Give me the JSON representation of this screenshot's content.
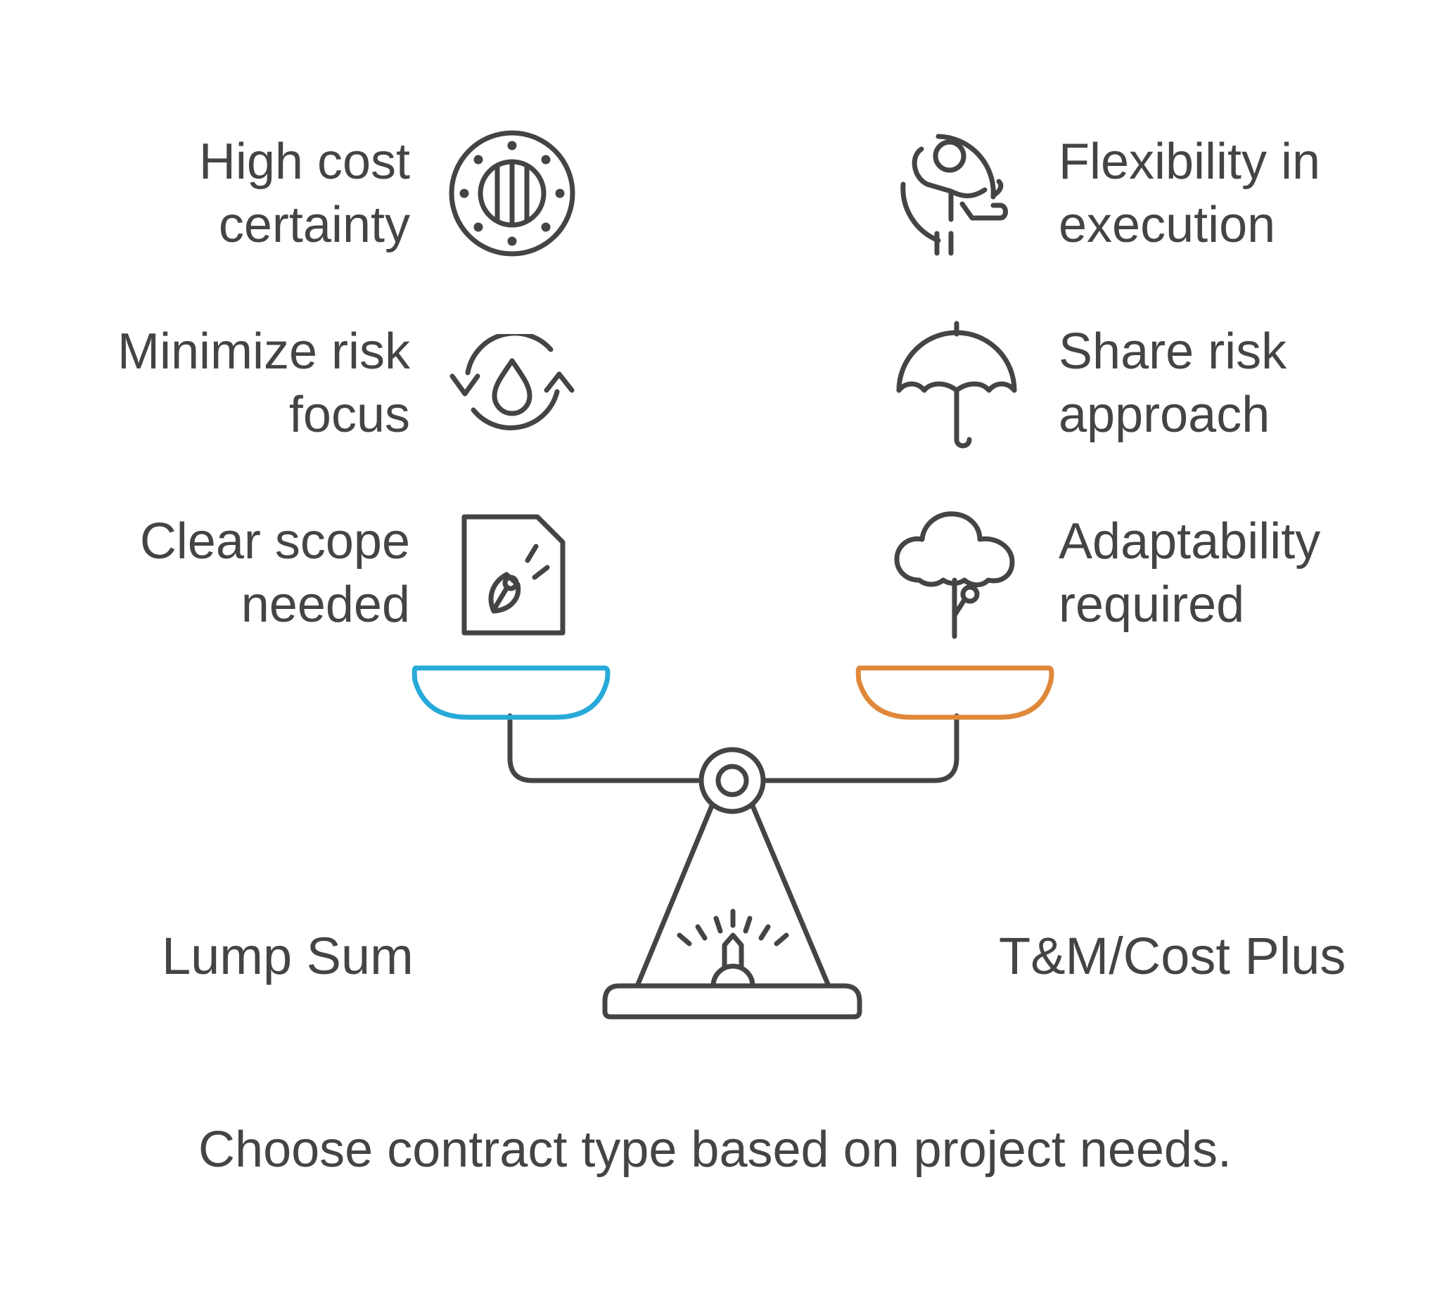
{
  "left_items": [
    {
      "line1": "High cost",
      "line2": "certainty",
      "icon": "porthole-icon"
    },
    {
      "line1": "Minimize risk",
      "line2": "focus",
      "icon": "water-drop-cycle-icon"
    },
    {
      "line1": "Clear scope",
      "line2": "needed",
      "icon": "pen-document-icon"
    }
  ],
  "right_items": [
    {
      "line1": "Flexibility in",
      "line2": "execution",
      "icon": "flexible-person-icon"
    },
    {
      "line1": "Share risk",
      "line2": "approach",
      "icon": "umbrella-icon"
    },
    {
      "line1": "Adaptability",
      "line2": "required",
      "icon": "tree-icon"
    }
  ],
  "options": {
    "left": "Lump Sum",
    "right": "T&M/Cost Plus"
  },
  "caption": "Choose contract type based on project needs.",
  "colors": {
    "stroke": "#444444",
    "left_pan": "#27aad8",
    "right_pan": "#e0883a"
  }
}
